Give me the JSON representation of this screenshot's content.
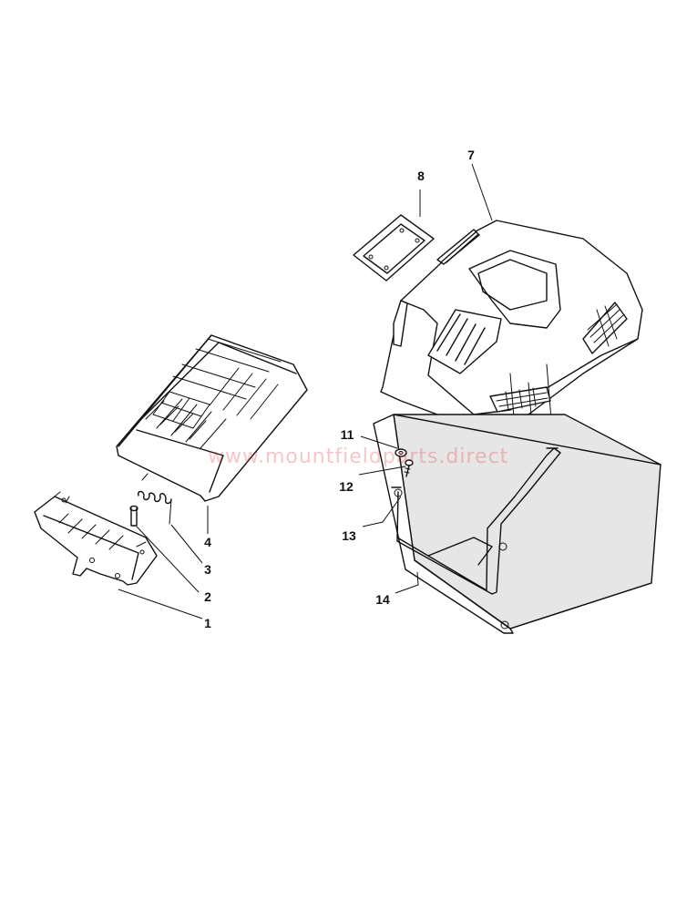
{
  "watermark": "www.mountfieldparts.direct",
  "callouts": {
    "p1": "1",
    "p2": "2",
    "p3": "3",
    "p4": "4",
    "p7": "7",
    "p8": "8",
    "p11": "11",
    "p12": "12",
    "p13": "13",
    "p14": "14"
  }
}
